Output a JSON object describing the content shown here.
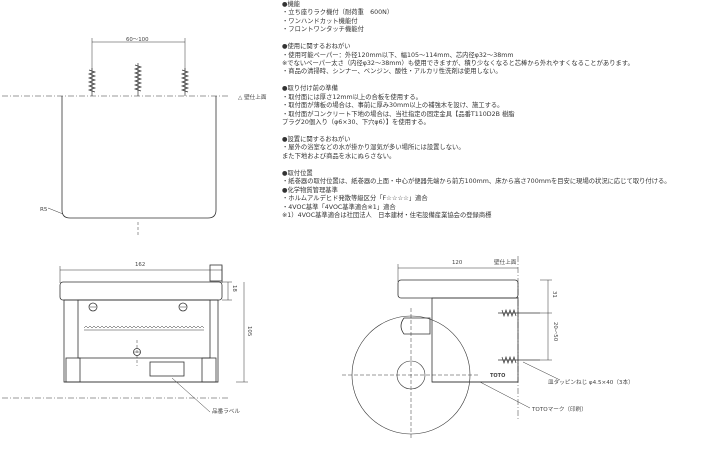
{
  "notes": {
    "sections": [
      {
        "heading": "●機能",
        "lines": [
          "・立ち座りラク機付（耐荷重　600N）",
          "・ワンハンドカット機能付",
          "・フロントワンタッチ機能付"
        ]
      },
      {
        "heading": "●使用に関するおねがい",
        "lines": [
          "・使用可能ペーパー：外径120mm以下、幅105～114mm、芯内径φ32～38mm",
          "※でないペーパー太さ（内径φ32～38mm）も使用できますが、積り少なくなると芯棒から外れやすくなることがあります。",
          "・商品の清掃時、シンナー、ベンジン、酸性・アルカリ性洗剤は使用しない。"
        ]
      },
      {
        "heading": "●取り付け前の準備",
        "lines": [
          "・取付面には厚さ12mm以上の合板を使用する。",
          "・取付面が薄板の場合は、事前に厚み30mm以上の補強木を設け、施工する。",
          "・取付面がコンクリート下地の場合は、当社指定の固定金具【品番T110D2B 樹脂",
          "プラグ20個入り（φ6×30、下穴φ6）】を使用する。"
        ]
      },
      {
        "heading": "●設置に関するおねがい",
        "lines": [
          "・屋外の浴室などの水が掛かり湿気が多い場所には設置しない。",
          "また下地および商品を水にぬらさない。"
        ]
      },
      {
        "heading": "●取付位置",
        "lines": [
          "・紙巻器の取付位置は、紙巻器の上面・中心が便器先端から前方100mm、床から高さ700mmを目安に現場の状況に応じて取り付ける。",
          "●化学物質管理基準",
          "・ホルムアルデヒド発散等級区分「F☆☆☆☆」適合",
          "・4VOC基準「4VOC基準適合※1」適合",
          "※1）4VOC基準適合は社団法人　日本建材・住宅設備産業協会の登録商標"
        ]
      }
    ]
  },
  "labels": {
    "dim_60_100": "60～100",
    "wall_top": "△ 壁仕上面",
    "r5": "R5",
    "dim_162": "162",
    "dim_18": "18",
    "dim_105": "105",
    "product_label": "品番ラベル",
    "dim_120": "120",
    "wall_side": "壁仕上面",
    "dim_31": "31",
    "dim_20_50": "20～50",
    "screw_note": "皿タッピンねじ φ4.5×40（3本）",
    "toto_mark_note": "TOTOマーク（印刷）",
    "toto_logo": "TOTO"
  }
}
